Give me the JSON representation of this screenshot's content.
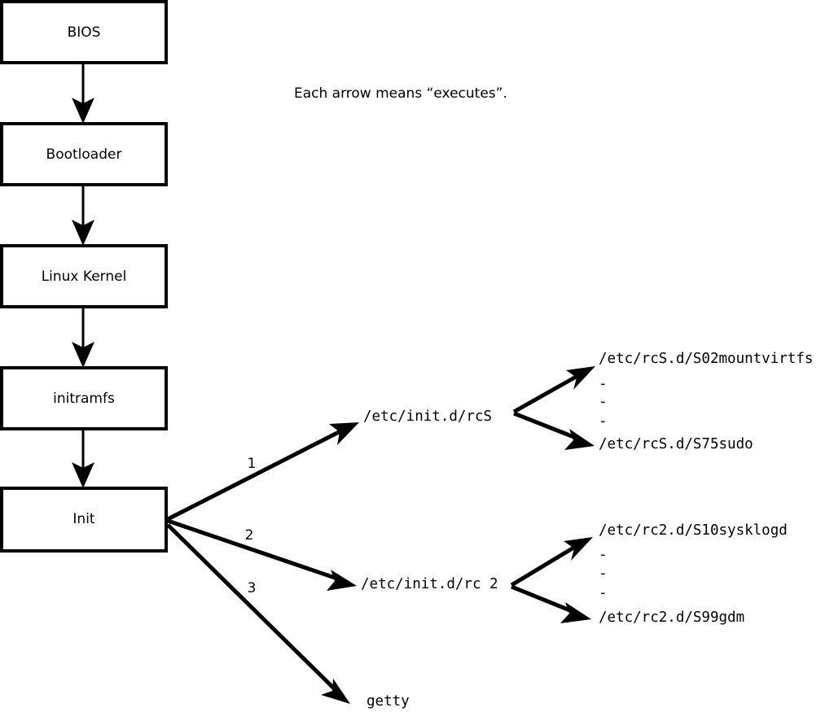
{
  "diagram": {
    "title_note": "Each arrow means “executes”.",
    "boot_chain": [
      {
        "id": "bios",
        "label": "BIOS"
      },
      {
        "id": "bootloader",
        "label": "Bootloader"
      },
      {
        "id": "kernel",
        "label": "Linux Kernel"
      },
      {
        "id": "initramfs",
        "label": "initramfs"
      },
      {
        "id": "init",
        "label": "Init"
      }
    ],
    "init_branches": [
      {
        "number": "1",
        "label": "/etc/init.d/rcS"
      },
      {
        "number": "2",
        "label": "/etc/init.d/rc 2"
      },
      {
        "number": "3",
        "label": "getty"
      }
    ],
    "rcs_scripts": {
      "first": "/etc/rcS.d/S02mountvirtfs",
      "ellipsis": [
        "-",
        "-",
        "-"
      ],
      "last": "/etc/rcS.d/S75sudo"
    },
    "rc2_scripts": {
      "first": "/etc/rc2.d/S10sysklogd",
      "ellipsis": [
        "-",
        "-",
        "-"
      ],
      "last": "/etc/rc2.d/S99gdm"
    },
    "colors": {
      "stroke": "#000000",
      "fill": "#ffffff",
      "text": "#000000"
    }
  }
}
